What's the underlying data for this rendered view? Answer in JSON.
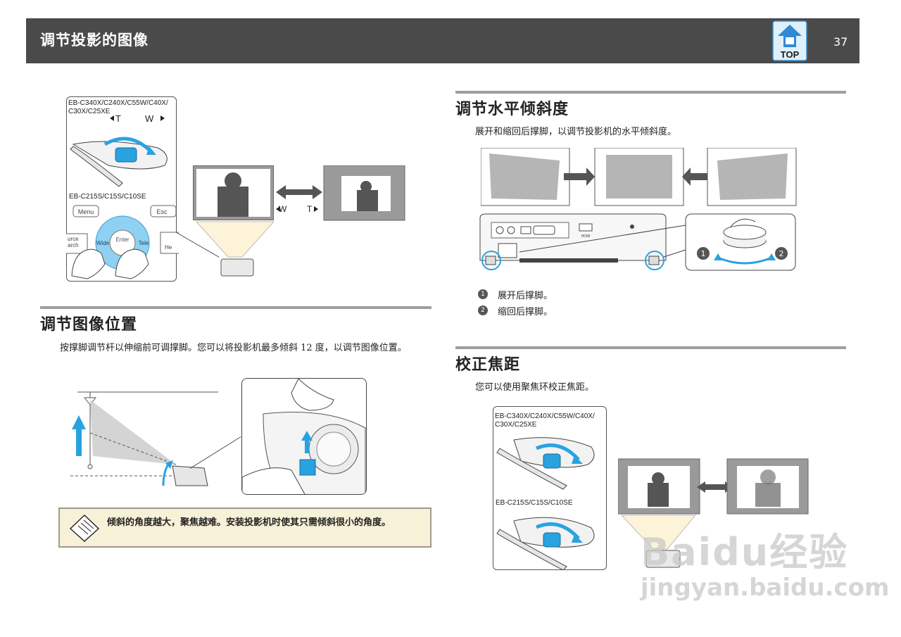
{
  "header": {
    "title": "调节投影的图像",
    "top_label": "TOP",
    "page_number": "37"
  },
  "left": {
    "fig1": {
      "model_a": "EB-C340X/C240X/C55W/C40X/\nC30X/C25XE",
      "t_label": "T",
      "w_label": "W",
      "model_b": "EB-C215S/C15S/C10SE",
      "menu": "Menu",
      "esc": "Esc",
      "source_frag": "urce\narch",
      "wide": "Wide",
      "enter": "Enter",
      "tele": "Tele",
      "help_frag": "He",
      "w_arrow": "W",
      "t_arrow": "T"
    },
    "section": {
      "title": "调节图像位置",
      "body": "按撑脚调节杆以伸缩前可调撑脚。您可以将投影机最多倾斜 12 度，以调节图像位置。"
    },
    "note": "倾斜的角度越大，聚焦越难。安装投影机时使其只需倾斜很小的角度。"
  },
  "right": {
    "tilt": {
      "title": "调节水平倾斜度",
      "body": "展开和缩回后撑脚，以调节投影机的水平倾斜度。",
      "hdmi": "HDMI",
      "step1_num": "1",
      "step1": "展开后撑脚。",
      "step2_num": "2",
      "step2": "缩回后撑脚。"
    },
    "focus": {
      "title": "校正焦距",
      "body": "您可以使用聚焦环校正焦距。",
      "model_a": "EB-C340X/C240X/C55W/C40X/\nC30X/C25XE",
      "model_b": "EB-C215S/C15S/C10SE"
    }
  },
  "watermark": {
    "line1": "Baidu经验",
    "line2": "jingyan.baidu.com"
  },
  "colors": {
    "header_bg": "#4a4a4a",
    "accent_blue": "#29a3e0",
    "rule_gray": "#9e9e9e",
    "note_bg": "#f7f1d8"
  }
}
